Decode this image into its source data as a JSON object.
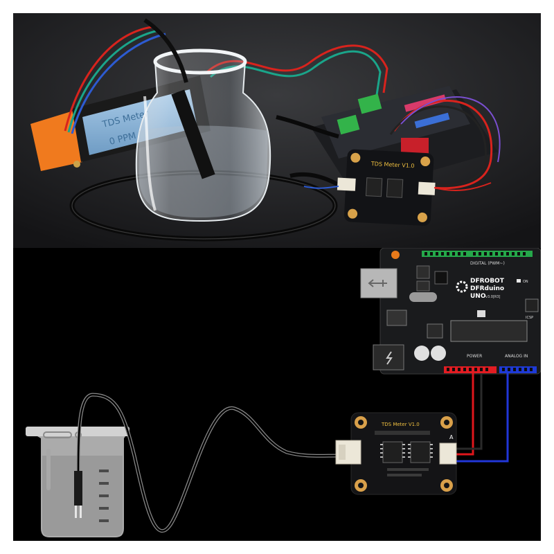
{
  "photo": {
    "lcd_text": [
      "TDS Meter",
      "0 PPM"
    ],
    "module_title": "TDS Meter V1.0"
  },
  "diagram": {
    "arduino": {
      "brand": "DFROBOT",
      "model": "DFRduino",
      "variant": "UNO",
      "version": "v3.0[R3]",
      "digital_label": "DIGITAL (PWM~)",
      "power_label": "POWER",
      "analog_label": "ANALOG IN",
      "on_label": "ON",
      "icsp_label": "ICSP"
    },
    "module_title": "TDS Meter V1.0",
    "module_letter": "A",
    "wire_colors": {
      "vcc": "#e0161b",
      "gnd": "#222222",
      "signal": "#2136d8"
    }
  }
}
